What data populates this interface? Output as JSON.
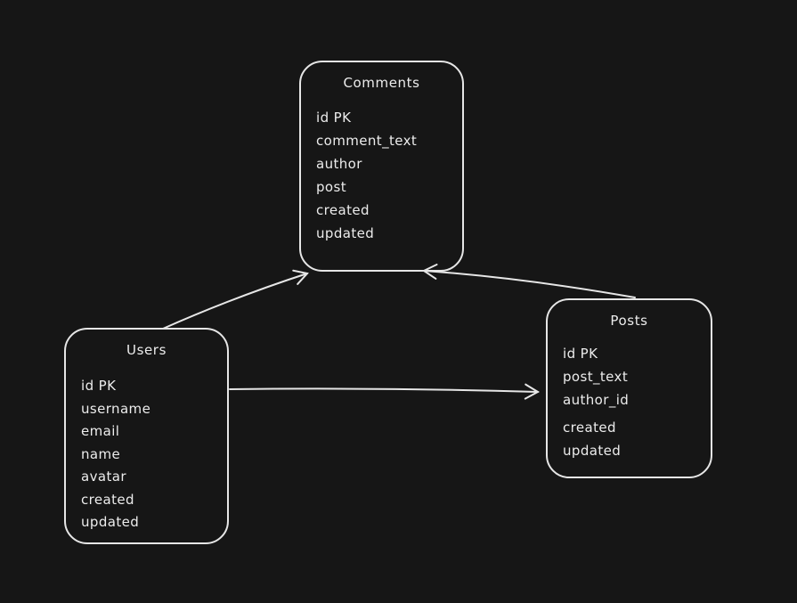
{
  "diagram": {
    "background": "#161616",
    "stroke_color": "#e6e6e6",
    "text_color": "#ececec"
  },
  "entities": {
    "comments": {
      "title": "Comments",
      "fields": [
        "id PK",
        "comment_text",
        "author",
        "post",
        "created",
        "updated"
      ]
    },
    "users": {
      "title": "Users",
      "fields": [
        "id PK",
        "username",
        "email",
        "name",
        "avatar",
        "created",
        "updated"
      ]
    },
    "posts": {
      "title": "Posts",
      "fields": [
        "id PK",
        "post_text",
        "author_id",
        "created",
        "updated"
      ]
    }
  },
  "relations": [
    {
      "from": "Users",
      "to": "Comments"
    },
    {
      "from": "Posts",
      "to": "Comments"
    },
    {
      "from": "Users",
      "to": "Posts"
    }
  ]
}
